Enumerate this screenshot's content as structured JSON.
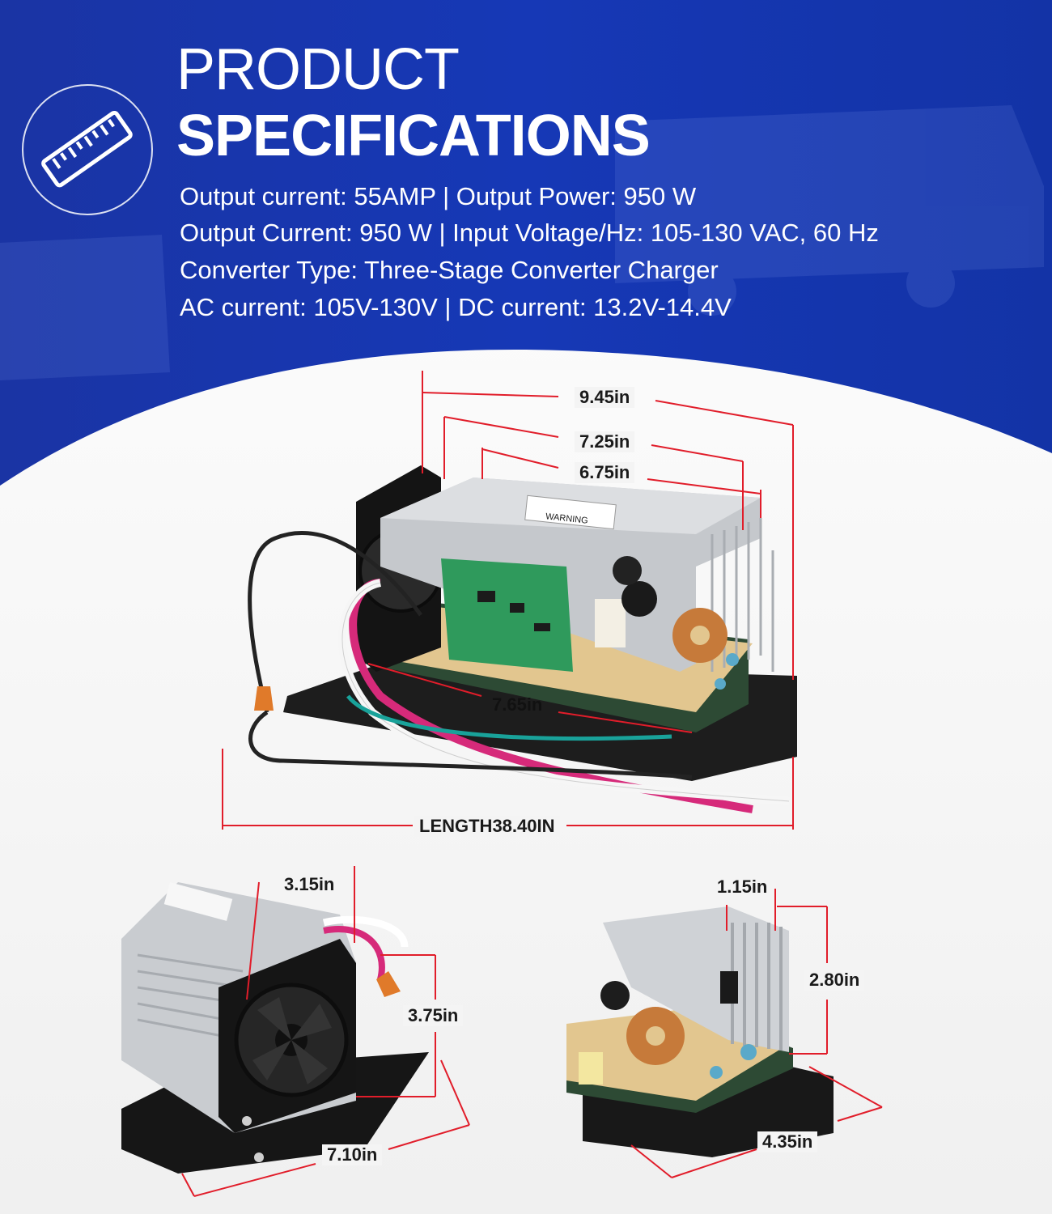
{
  "header": {
    "title_line1": "PRODUCT",
    "title_line2": "SPECIFICATIONS",
    "icon": "ruler-icon",
    "specs": [
      "Output current: 55AMP | Output Power: 950 W",
      "Output Current: 950 W | Input Voltage/Hz: 105-130 VAC, 60 Hz",
      "Converter Type: Three-Stage Converter Charger",
      "AC current: 105V-130V | DC current: 13.2V-14.4V"
    ]
  },
  "colors": {
    "header_blue": "#1736a8",
    "dimension_line": "#e11d2a"
  },
  "main_view": {
    "dims": {
      "width_overall": "9.45in",
      "width_mid": "7.25in",
      "width_inner": "6.75in",
      "depth": "7.65in",
      "cord_length": "LENGTH38.40IN"
    },
    "label_text": "WARNING"
  },
  "side_view": {
    "dims": {
      "top": "3.15in",
      "height": "3.75in",
      "base": "7.10in"
    }
  },
  "end_view": {
    "dims": {
      "fin": "1.15in",
      "height": "2.80in",
      "base": "4.35in"
    }
  }
}
